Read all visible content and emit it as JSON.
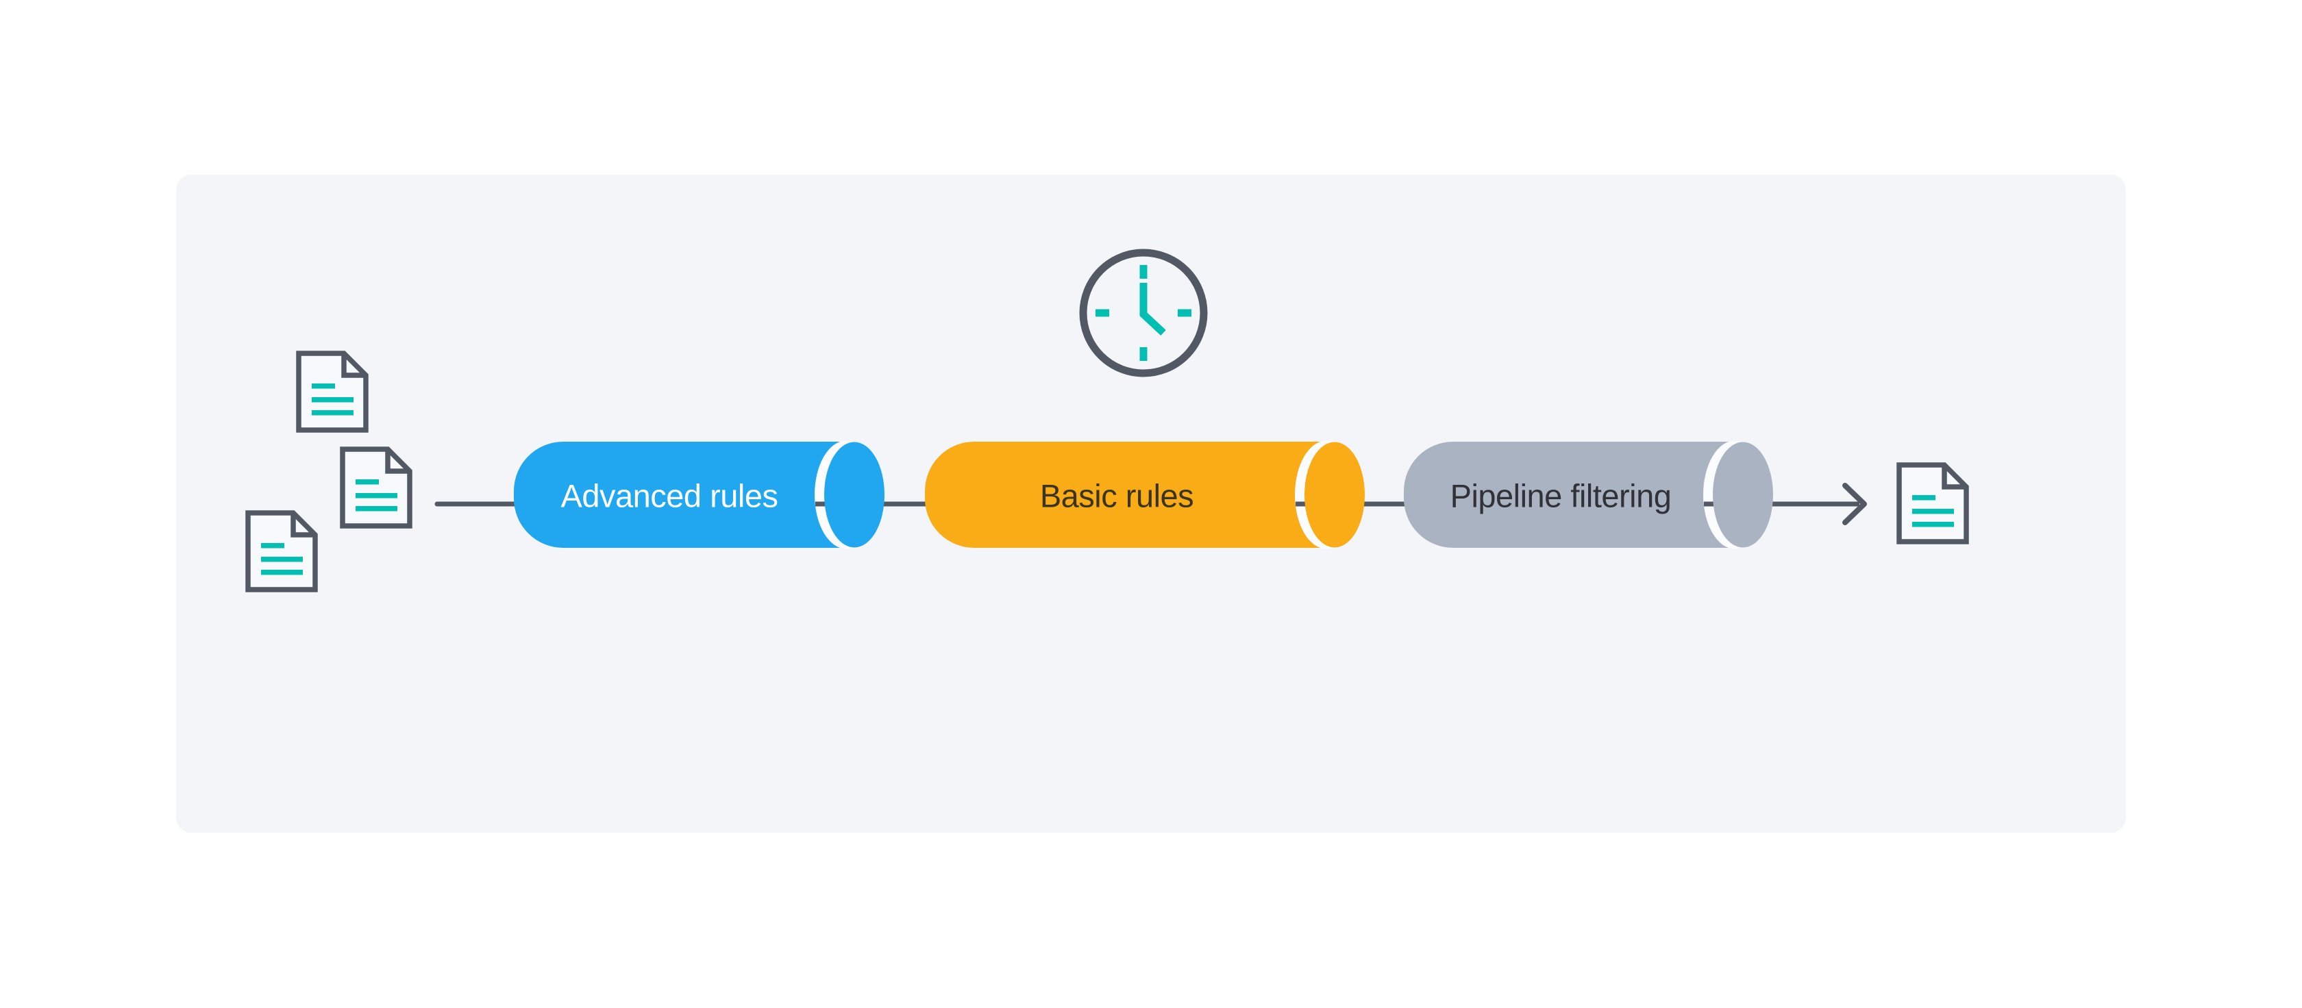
{
  "colors": {
    "page_bg": "#FFFFFF",
    "panel_bg": "#F4F5F8",
    "outline": "#525965",
    "teal": "#03BEB2",
    "gap_white": "#FBFCFE",
    "doc_fill": "#F7F9FC"
  },
  "stages": [
    {
      "label": "Advanced rules",
      "fill": "#20A7F0",
      "text_color": "#FFFFFF"
    },
    {
      "label": "Basic rules",
      "fill": "#F9AC16",
      "text_color": "#3A3420"
    },
    {
      "label": "Pipeline filtering",
      "fill": "#AAB3C2",
      "text_color": "#303238"
    }
  ],
  "diagram": {
    "input_document_count": 3,
    "output_document_count": 1,
    "has_clock": true,
    "flow": "documents -> Advanced rules -> Basic rules -> Pipeline filtering -> document"
  }
}
